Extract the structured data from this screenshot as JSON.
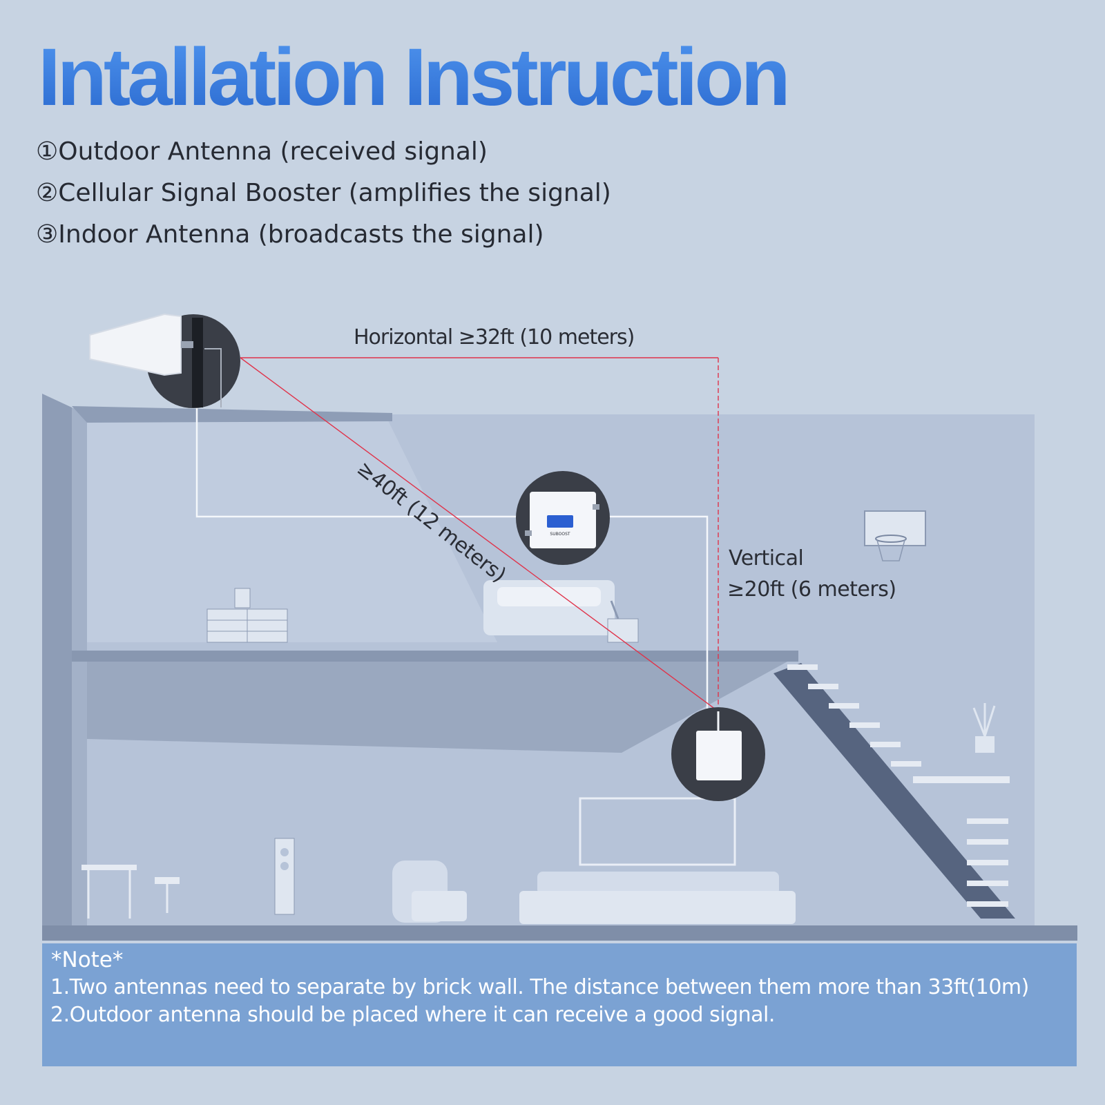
{
  "title": "Intallation Instruction",
  "steps": [
    {
      "number": "①",
      "text": "Outdoor Antenna (received signal)"
    },
    {
      "number": "②",
      "text": "Cellular Signal Booster (amplifies the signal)"
    },
    {
      "number": "③",
      "text": "Indoor Antenna (broadcasts the signal)"
    }
  ],
  "diagram": {
    "horizontal_label": "Horizontal ≥32ft (10 meters)",
    "diagonal_label": "≥40ft (12 meters)",
    "vertical_label_1": "Vertical",
    "vertical_label_2": "≥20ft (6 meters)",
    "booster_brand": "SUBOOST"
  },
  "note": {
    "title": "*Note*",
    "line1": " 1.Two antennas need to separate by brick wall. The distance between them more than 33ft(10m)",
    "line2": "2.Outdoor antenna should be placed where it can receive a good signal."
  },
  "colors": {
    "background": "#c7d3e2",
    "title": "#2f73d6",
    "measure_line": "#e0334a",
    "note_bg": "#7ba2d3",
    "wall": "#9eacc4",
    "room_back": "#b6c3d8"
  }
}
